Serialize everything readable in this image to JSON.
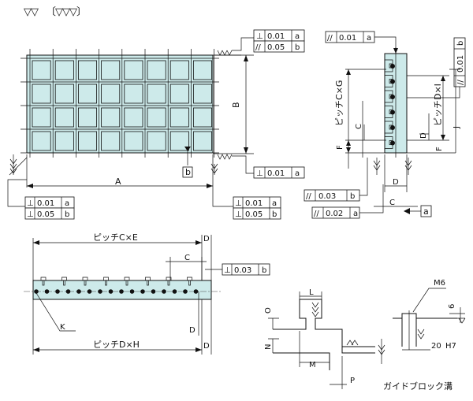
{
  "finish": {
    "header_left": "▽▽",
    "header_bracket": "〔▽▽▽〕"
  },
  "dims": {
    "A": "A",
    "B": "B",
    "C": "C",
    "D": "D",
    "E": "E",
    "F": "F",
    "H": "H",
    "I": "I",
    "J": "J",
    "K": "K",
    "L": "L",
    "M": "M",
    "N": "N",
    "O": "O",
    "P": "P"
  },
  "pitch": {
    "cxg": "ピッチC×G",
    "dxi": "ピッチD×I",
    "cxe": "ピッチC×E",
    "dxh": "ピッチD×H"
  },
  "tolerances": {
    "perp": "⊥",
    "par": "//",
    "v001": "0.01",
    "v005": "0.05",
    "v003": "0.03",
    "v002": "0.02",
    "ref_a": "a",
    "ref_b": "b"
  },
  "guide": {
    "m6": "M6",
    "six": "6",
    "twenty": "20",
    "h7": "H7",
    "title": "ガイドブロック溝"
  }
}
